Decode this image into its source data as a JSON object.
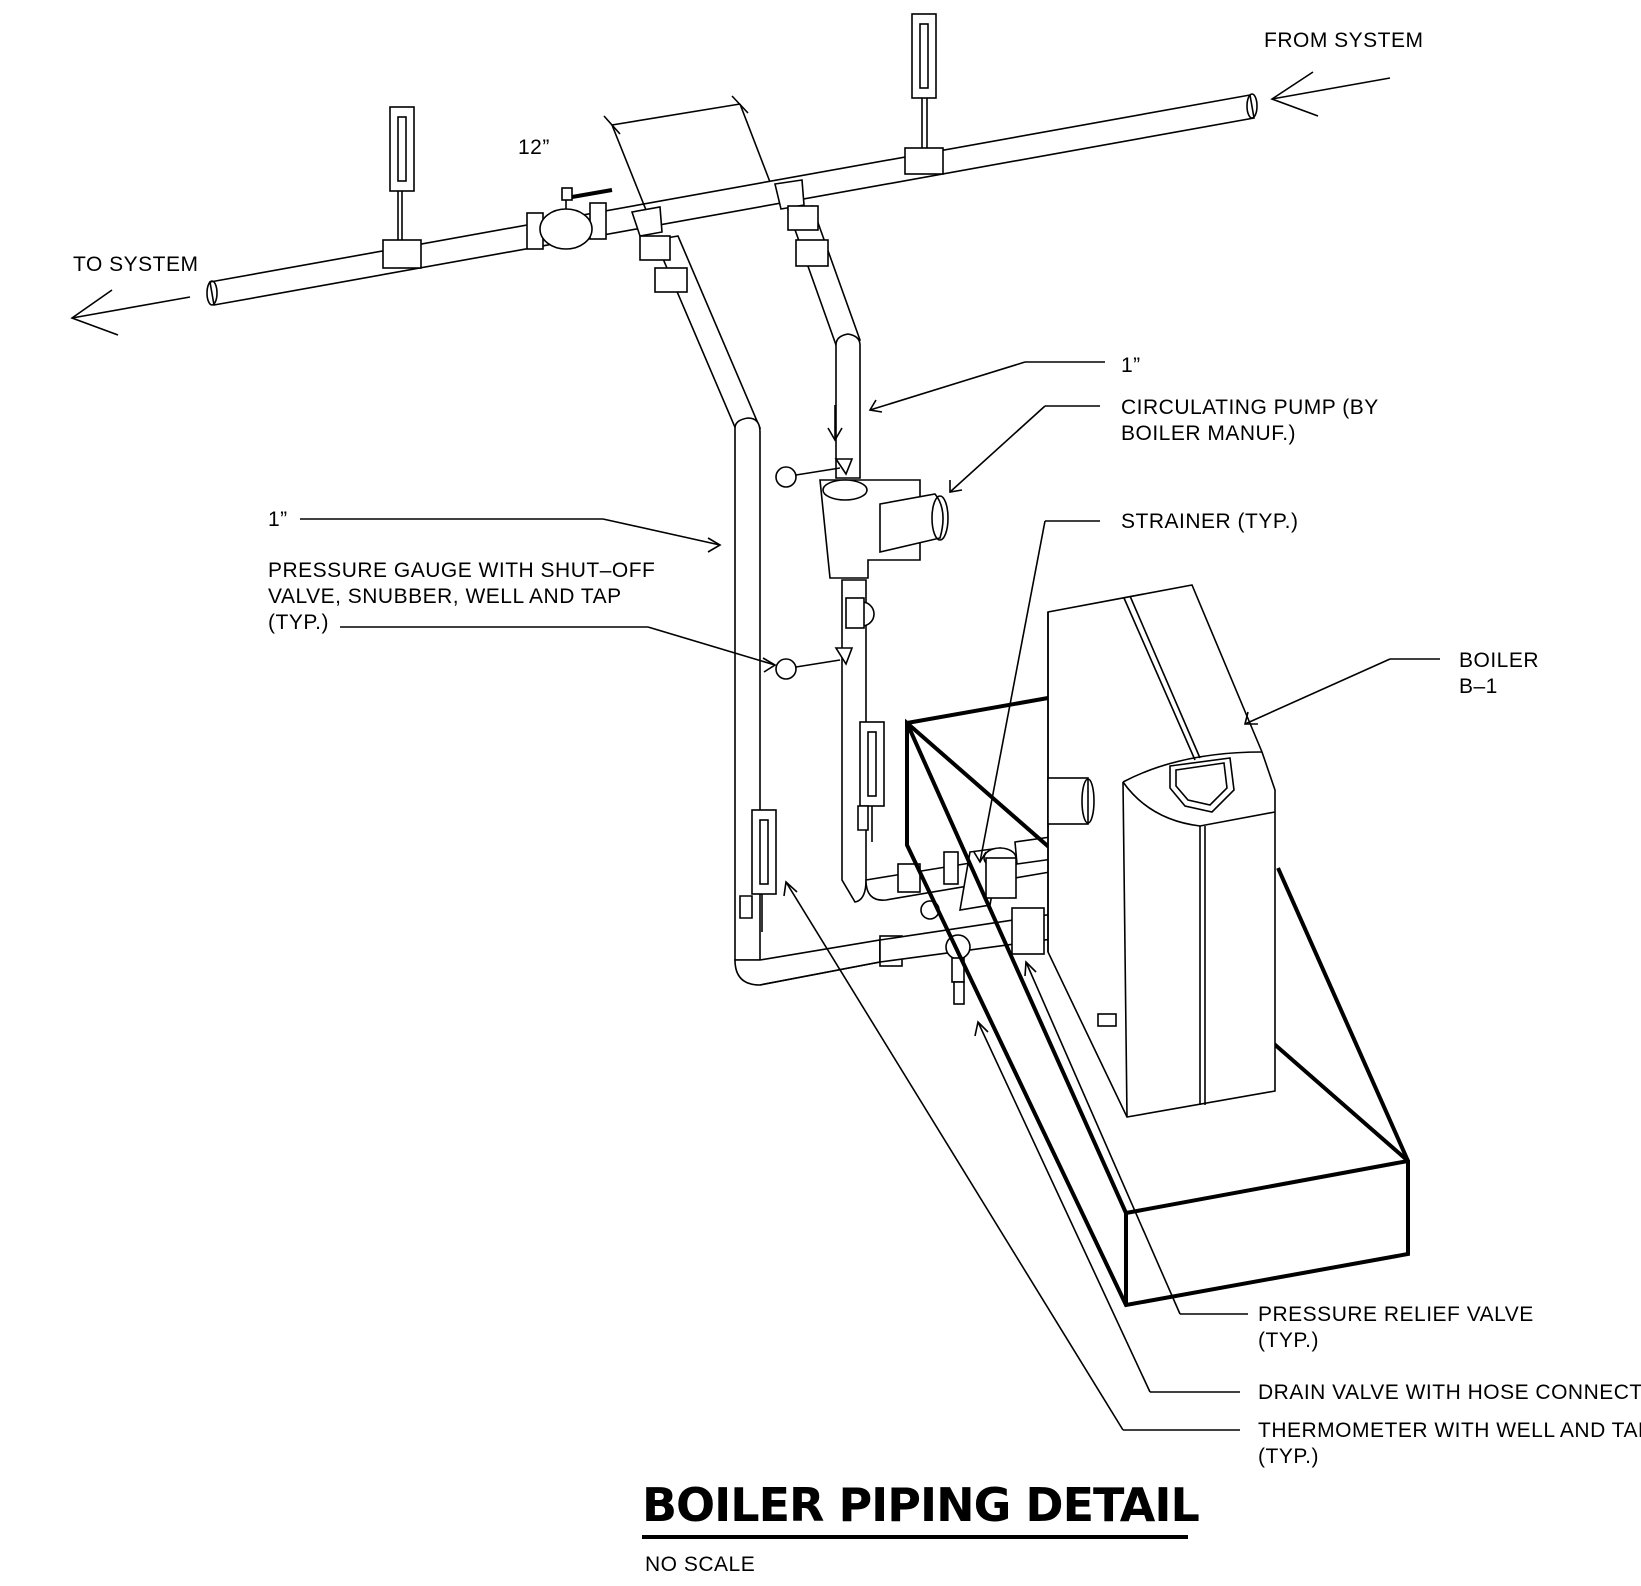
{
  "title": "BOILER PIPING DETAIL",
  "subtitle": "NO SCALE",
  "labels": {
    "from_system": "FROM SYSTEM",
    "to_system": "TO SYSTEM",
    "dim_12": "12”",
    "pipe_size_right": "1”",
    "pipe_size_left": "1”",
    "circulating_pump": [
      "CIRCULATING PUMP (BY",
      "BOILER MANUF.)"
    ],
    "strainer": "STRAINER (TYP.)",
    "boiler": [
      "BOILER",
      "B–1"
    ],
    "pressure_gauge": [
      "PRESSURE GAUGE WITH SHUT–OFF",
      "VALVE, SNUBBER, WELL AND TAP",
      "(TYP.)"
    ],
    "pressure_relief": [
      "PRESSURE RELIEF VALVE",
      "(TYP.)"
    ],
    "drain_valve": "DRAIN VALVE WITH HOSE CONNECTION",
    "thermometer": [
      "THERMOMETER WITH WELL AND TAP",
      "(TYP.)"
    ]
  },
  "icons": [
    "arrow-left-icon",
    "arrow-left-icon",
    "flow-arrow-down-icon",
    "thermometer-icon",
    "pressure-gauge-icon",
    "ball-valve-icon",
    "strainer-icon",
    "circulating-pump-icon"
  ]
}
